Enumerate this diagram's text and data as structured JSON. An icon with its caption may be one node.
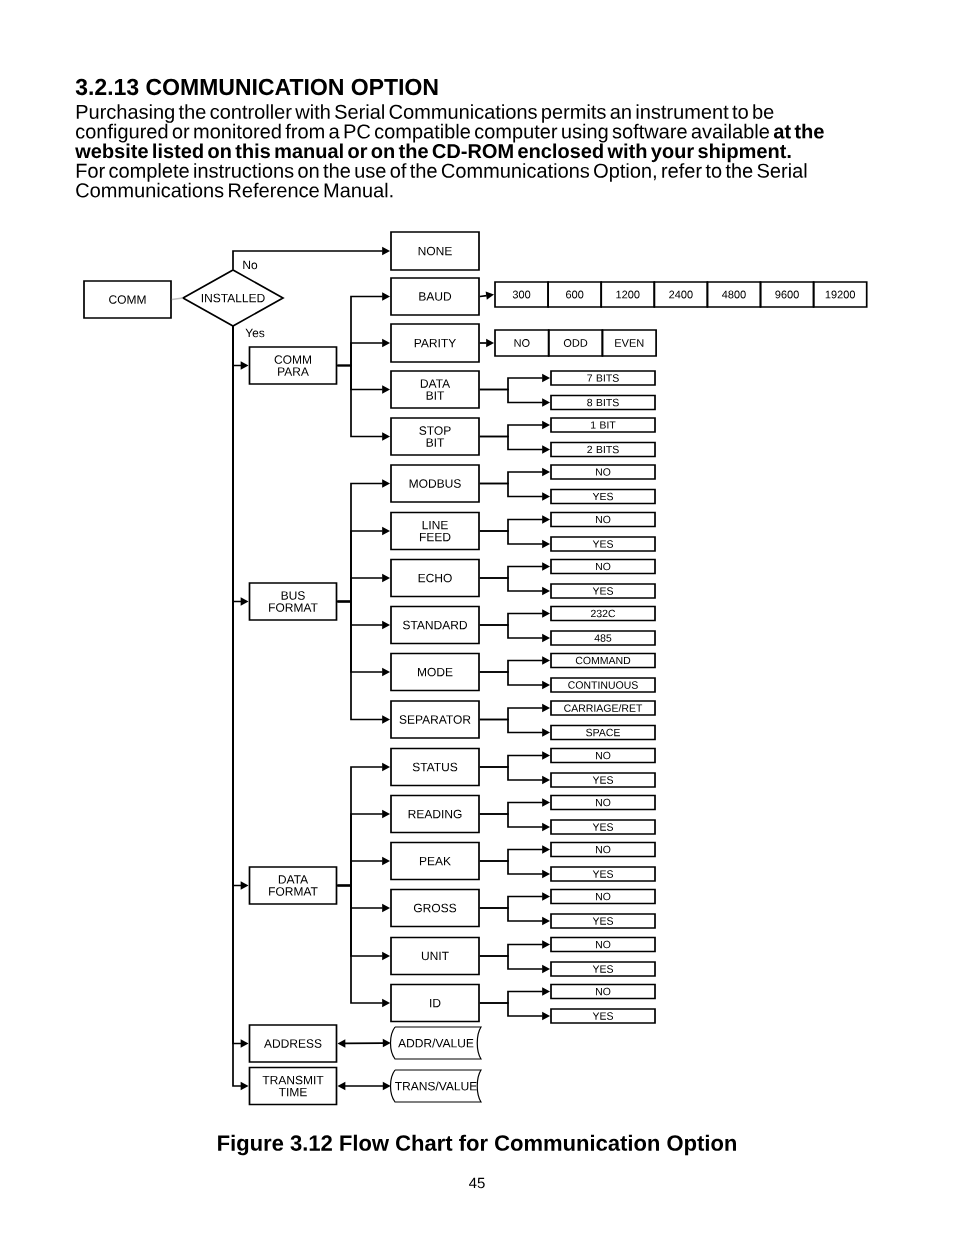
{
  "diagram": {
    "title": "3.2.13 COMMUNICATION OPTION",
    "caption": "Figure 3.12 Flow Chart for Communication Option",
    "nodes": [
      {
        "text": [
          "COMM"
        ]
      },
      {
        "text": [
          "INSTALLED"
        ]
      },
      {
        "text": [
          "NONE"
        ]
      },
      {
        "text": [
          "COMM PARA"
        ]
      },
      {
        "text": [
          "BAUD"
        ]
      },
      {
        "text": [
          "300"
        ]
      },
      {
        "text": [
          "600"
        ]
      },
      {
        "text": [
          "1200"
        ]
      },
      {
        "text": [
          "2400"
        ]
      },
      {
        "text": [
          "4800"
        ]
      },
      {
        "text": [
          "9600"
        ]
      },
      {
        "text": [
          "19200"
        ]
      },
      {
        "text": [
          "PARITY"
        ]
      },
      {
        "text": [
          "NO"
        ]
      },
      {
        "text": [
          "ODD"
        ]
      },
      {
        "text": [
          "EVEN"
        ]
      },
      {
        "text": [
          "DATA BIT"
        ]
      },
      {
        "text": [
          "7 BITS"
        ]
      },
      {
        "text": [
          "8 BITS"
        ]
      },
      {
        "text": [
          "STOP BIT"
        ]
      },
      {
        "text": [
          "1 BIT"
        ]
      },
      {
        "text": [
          "2 BITS"
        ]
      },
      {
        "text": [
          "BUS FORMAT"
        ]
      },
      {
        "text": [
          "MODBUS"
        ]
      },
      {
        "text": [
          "NO"
        ]
      },
      {
        "text": [
          "YES"
        ]
      },
      {
        "text": [
          "LINE FEED"
        ]
      },
      {
        "text": [
          "NO"
        ]
      },
      {
        "text": [
          "YES"
        ]
      },
      {
        "text": [
          "ECHO"
        ]
      },
      {
        "text": [
          "NO"
        ]
      },
      {
        "text": [
          "YES"
        ]
      },
      {
        "text": [
          "STANDARD"
        ]
      },
      {
        "text": [
          "232C"
        ]
      },
      {
        "text": [
          "485"
        ]
      },
      {
        "text": [
          "MODE"
        ]
      },
      {
        "text": [
          "COMMAND"
        ]
      },
      {
        "text": [
          "CONTINUOUS"
        ]
      },
      {
        "text": [
          "SEPARATOR"
        ]
      },
      {
        "text": [
          "CARRIAGE/RET"
        ]
      },
      {
        "text": [
          "SPACE"
        ]
      },
      {
        "text": [
          "DATA FORMAT"
        ]
      },
      {
        "text": [
          "STATUS"
        ]
      },
      {
        "text": [
          "NO"
        ]
      },
      {
        "text": [
          "YES"
        ]
      },
      {
        "text": [
          "READING"
        ]
      },
      {
        "text": [
          "NO"
        ]
      },
      {
        "text": [
          "YES"
        ]
      },
      {
        "text": [
          "PEAK"
        ]
      },
      {
        "text": [
          "NO"
        ]
      },
      {
        "text": [
          "YES"
        ]
      },
      {
        "text": [
          "GROSS"
        ]
      },
      {
        "text": [
          "NO"
        ]
      },
      {
        "text": [
          "YES"
        ]
      },
      {
        "text": [
          "UNIT"
        ]
      },
      {
        "text": [
          "NO"
        ]
      },
      {
        "text": [
          "YES"
        ]
      },
      {
        "text": [
          "ID"
        ]
      },
      {
        "text": [
          "NO"
        ]
      },
      {
        "text": [
          "YES"
        ]
      },
      {
        "text": [
          "ADDRESS"
        ]
      },
      {
        "text": [
          "ADDR/VALUE"
        ]
      },
      {
        "text": [
          "TRANSMIT TIME"
        ]
      },
      {
        "text": [
          "TRANS/VALUE"
        ]
      }
    ],
    "edges": [
      {
        "from": 0,
        "to": 1,
        "arrow": "none",
        "color": "#c0c0c0"
      },
      {
        "from": 1,
        "to": 2,
        "arrow": "to",
        "label": "No"
      },
      {
        "from": 1,
        "to": 3,
        "arrow": "to",
        "label": "Yes"
      },
      {
        "from": 1,
        "to": 22,
        "arrow": "to"
      },
      {
        "from": 1,
        "to": 41,
        "arrow": "to"
      },
      {
        "from": 1,
        "to": 60,
        "arrow": "to"
      },
      {
        "from": 1,
        "to": 62,
        "arrow": "to"
      },
      {
        "from": 3,
        "to": 4,
        "arrow": "to"
      },
      {
        "from": 3,
        "to": 12,
        "arrow": "to"
      },
      {
        "from": 3,
        "to": 16,
        "arrow": "to"
      },
      {
        "from": 3,
        "to": 19,
        "arrow": "to"
      },
      {
        "from": 4,
        "to": 5,
        "arrow": "to"
      },
      {
        "from": 12,
        "to": 13,
        "arrow": "to"
      },
      {
        "from": 16,
        "to": 17,
        "arrow": "to"
      },
      {
        "from": 16,
        "to": 18,
        "arrow": "to"
      },
      {
        "from": 19,
        "to": 20,
        "arrow": "to"
      },
      {
        "from": 19,
        "to": 21,
        "arrow": "to"
      },
      {
        "from": 22,
        "to": 23,
        "arrow": "to"
      },
      {
        "from": 22,
        "to": 26,
        "arrow": "to"
      },
      {
        "from": 22,
        "to": 29,
        "arrow": "to"
      },
      {
        "from": 22,
        "to": 32,
        "arrow": "to"
      },
      {
        "from": 22,
        "to": 35,
        "arrow": "to"
      },
      {
        "from": 22,
        "to": 38,
        "arrow": "to"
      },
      {
        "from": 23,
        "to": 24,
        "arrow": "to"
      },
      {
        "from": 23,
        "to": 25,
        "arrow": "to"
      },
      {
        "from": 26,
        "to": 27,
        "arrow": "to"
      },
      {
        "from": 26,
        "to": 28,
        "arrow": "to"
      },
      {
        "from": 29,
        "to": 30,
        "arrow": "to"
      },
      {
        "from": 29,
        "to": 31,
        "arrow": "to"
      },
      {
        "from": 32,
        "to": 33,
        "arrow": "to"
      },
      {
        "from": 32,
        "to": 34,
        "arrow": "to"
      },
      {
        "from": 35,
        "to": 36,
        "arrow": "to"
      },
      {
        "from": 35,
        "to": 37,
        "arrow": "to"
      },
      {
        "from": 38,
        "to": 39,
        "arrow": "to"
      },
      {
        "from": 38,
        "to": 40,
        "arrow": "to"
      },
      {
        "from": 41,
        "to": 42,
        "arrow": "to"
      },
      {
        "from": 41,
        "to": 45,
        "arrow": "to"
      },
      {
        "from": 41,
        "to": 48,
        "arrow": "to"
      },
      {
        "from": 41,
        "to": 51,
        "arrow": "to"
      },
      {
        "from": 41,
        "to": 54,
        "arrow": "to"
      },
      {
        "from": 41,
        "to": 57,
        "arrow": "to"
      },
      {
        "from": 42,
        "to": 43,
        "arrow": "to"
      },
      {
        "from": 42,
        "to": 44,
        "arrow": "to"
      },
      {
        "from": 45,
        "to": 46,
        "arrow": "to"
      },
      {
        "from": 45,
        "to": 47,
        "arrow": "to"
      },
      {
        "from": 48,
        "to": 49,
        "arrow": "to"
      },
      {
        "from": 48,
        "to": 50,
        "arrow": "to"
      },
      {
        "from": 51,
        "to": 52,
        "arrow": "to"
      },
      {
        "from": 51,
        "to": 53,
        "arrow": "to"
      },
      {
        "from": 54,
        "to": 55,
        "arrow": "to"
      },
      {
        "from": 54,
        "to": 56,
        "arrow": "to"
      },
      {
        "from": 57,
        "to": 58,
        "arrow": "to"
      },
      {
        "from": 57,
        "to": 59,
        "arrow": "to"
      },
      {
        "from": 60,
        "to": 61,
        "arrow": "both"
      },
      {
        "from": 62,
        "to": 63,
        "arrow": "both"
      }
    ],
    "labels": [
      "Purchasing the controller with Serial Communications permits an instrument to be configured or monitored from a PC compatible computer using software available **at the website listed on this manual or on the CD-ROM enclosed with your shipment.** For complete instructions on the use of the Communications Option, refer to the Serial Communications Reference Manual.",
      "45"
    ]
  }
}
